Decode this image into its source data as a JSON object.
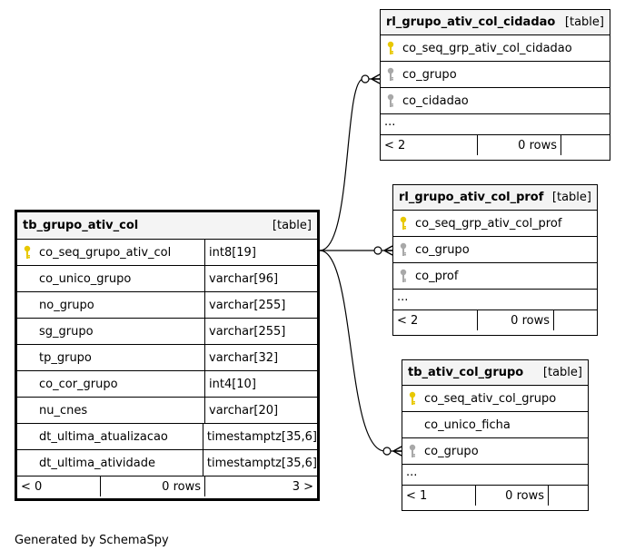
{
  "tables": {
    "main": {
      "name": "tb_grupo_ativ_col",
      "type": "[table]",
      "columns": [
        {
          "name": "co_seq_grupo_ativ_col",
          "dtype": "int8[19]",
          "key": "primary"
        },
        {
          "name": "co_unico_grupo",
          "dtype": "varchar[96]",
          "key": "none"
        },
        {
          "name": "no_grupo",
          "dtype": "varchar[255]",
          "key": "none"
        },
        {
          "name": "sg_grupo",
          "dtype": "varchar[255]",
          "key": "none"
        },
        {
          "name": "tp_grupo",
          "dtype": "varchar[32]",
          "key": "none"
        },
        {
          "name": "co_cor_grupo",
          "dtype": "int4[10]",
          "key": "none"
        },
        {
          "name": "nu_cnes",
          "dtype": "varchar[20]",
          "key": "none"
        },
        {
          "name": "dt_ultima_atualizacao",
          "dtype": "timestamptz[35,6]",
          "key": "none"
        },
        {
          "name": "dt_ultima_atividade",
          "dtype": "timestamptz[35,6]",
          "key": "none"
        }
      ],
      "footer": {
        "parents": "< 0",
        "rows": "0 rows",
        "children": "3 >"
      }
    },
    "cidadao": {
      "name": "rl_grupo_ativ_col_cidadao",
      "type": "[table]",
      "columns": [
        {
          "name": "co_seq_grp_ativ_col_cidadao",
          "key": "primary"
        },
        {
          "name": "co_grupo",
          "key": "foreign"
        },
        {
          "name": "co_cidadao",
          "key": "foreign"
        }
      ],
      "ellipsis": "...",
      "footer": {
        "parents": "< 2",
        "rows": "0 rows",
        "children": ""
      }
    },
    "prof": {
      "name": "rl_grupo_ativ_col_prof",
      "type": "[table]",
      "columns": [
        {
          "name": "co_seq_grp_ativ_col_prof",
          "key": "primary"
        },
        {
          "name": "co_grupo",
          "key": "foreign"
        },
        {
          "name": "co_prof",
          "key": "foreign"
        }
      ],
      "ellipsis": "...",
      "footer": {
        "parents": "< 2",
        "rows": "0 rows",
        "children": ""
      }
    },
    "grupo": {
      "name": "tb_ativ_col_grupo",
      "type": "[table]",
      "columns": [
        {
          "name": "co_seq_ativ_col_grupo",
          "key": "primary"
        },
        {
          "name": "co_unico_ficha",
          "key": "none"
        },
        {
          "name": "co_grupo",
          "key": "foreign"
        }
      ],
      "ellipsis": "...",
      "footer": {
        "parents": "< 1",
        "rows": "0 rows",
        "children": ""
      }
    }
  },
  "colors": {
    "primary_key": "#e8c800",
    "foreign_key": "#a8a8a8",
    "header_bg": "#f4f4f4"
  },
  "generated_by": "Generated by SchemaSpy"
}
